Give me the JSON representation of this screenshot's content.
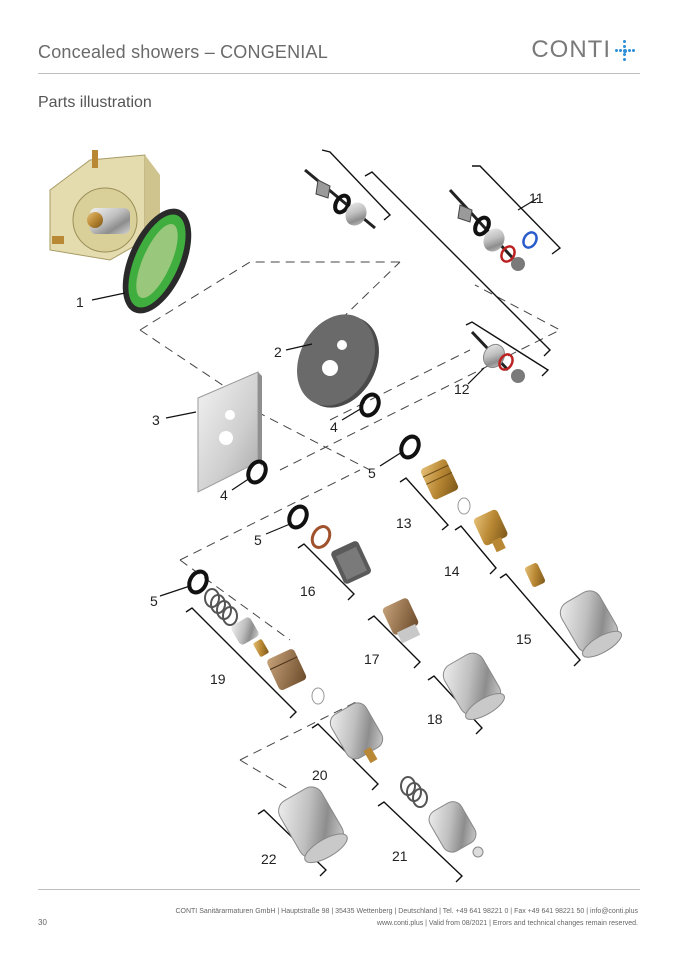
{
  "header": {
    "title": "Concealed showers – CONGENIAL",
    "logo_text": "CONTI",
    "logo_color": "#2b8fd6"
  },
  "section": {
    "title": "Parts illustration"
  },
  "parts": {
    "labels": [
      "1",
      "2",
      "3",
      "4",
      "4",
      "5",
      "5",
      "5",
      "11",
      "12",
      "13",
      "14",
      "15",
      "16",
      "17",
      "18",
      "19",
      "20",
      "21",
      "22"
    ]
  },
  "footer": {
    "line1": "CONTI Sanitärarmaturen GmbH | Hauptstraße 98 | 35435 Wettenberg | Deutschland | Tel. +49 641 98221 0 | Fax +49 641 98221 50 | info@conti.plus",
    "line2": "www.conti.plus | Valid from 08/2021 | Errors and technical changes remain reserved.",
    "page_number": "30"
  }
}
